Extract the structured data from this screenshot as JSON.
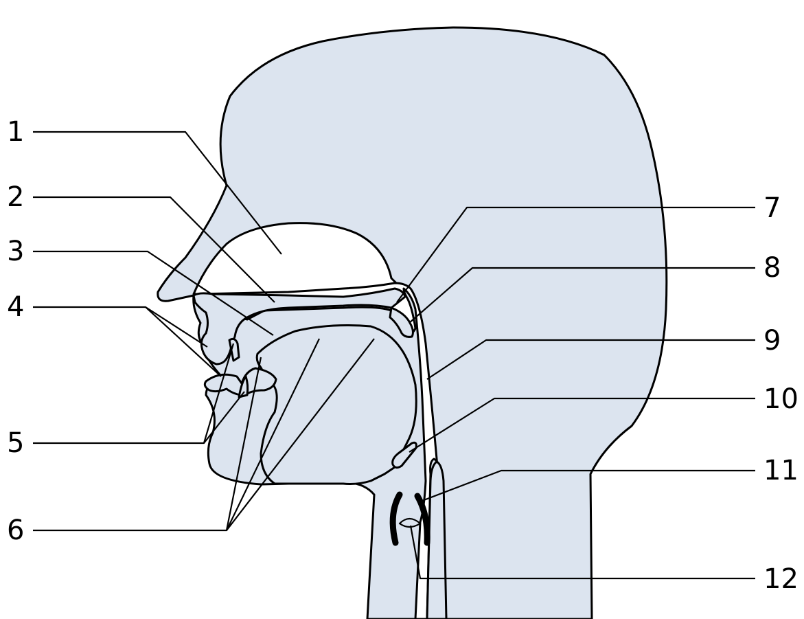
{
  "diagram": {
    "colors": {
      "tissue": "#dce4ef",
      "outline": "#000000",
      "background": "#ffffff"
    },
    "labels": [
      {
        "number": "1"
      },
      {
        "number": "2"
      },
      {
        "number": "3"
      },
      {
        "number": "4"
      },
      {
        "number": "5"
      },
      {
        "number": "6"
      },
      {
        "number": "7"
      },
      {
        "number": "8"
      },
      {
        "number": "9"
      },
      {
        "number": "10"
      },
      {
        "number": "11"
      },
      {
        "number": "12"
      }
    ]
  }
}
